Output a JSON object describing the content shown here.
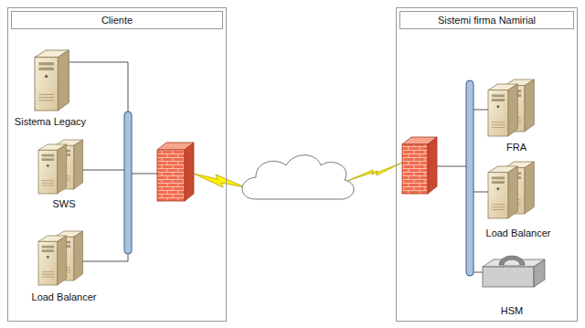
{
  "diagram": {
    "nodes": [
      {
        "text": [
          "Cliente"
        ]
      },
      {
        "text": [
          "Sistema Legacy"
        ],
        "in": 0
      },
      {
        "text": [
          "SWS"
        ],
        "in": 0
      },
      {
        "text": [
          "Load Balancer"
        ],
        "in": 0
      },
      {
        "text": [
          "Sistemi firma Namirial"
        ]
      },
      {
        "text": [
          "FRA"
        ],
        "in": 4
      },
      {
        "text": [
          "Load Balancer"
        ],
        "in": 4
      },
      {
        "text": [
          "HSM"
        ],
        "in": 4
      }
    ]
  }
}
